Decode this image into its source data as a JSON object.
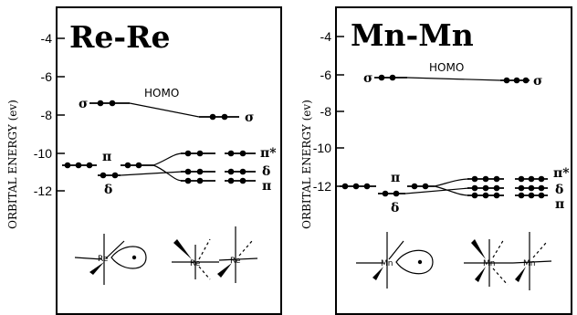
{
  "panels": [
    {
      "title": "Re-Re",
      "axis_label": "ORBITAL ENERGY (ev)",
      "ticks": [
        "-4",
        "-6",
        "-8",
        "-10",
        "-12"
      ],
      "homo_label": "HOMO",
      "sigma_left": "σ",
      "sigma_right": "σ",
      "pi_left": "π",
      "delta_left": "δ",
      "pi_star_right": "π*",
      "delta_right": "δ",
      "pi_right": "π",
      "atom_left": "Re",
      "atom_mid1": "Re",
      "atom_mid2": "Re"
    },
    {
      "title": "Mn-Mn",
      "axis_label": "ORBITAL ENERGY (ev)",
      "ticks": [
        "-4",
        "-6",
        "-8",
        "-10",
        "-12"
      ],
      "homo_label": "HOMO",
      "sigma_left": "σ",
      "sigma_right": "σ",
      "pi_left": "π",
      "delta_left": "δ",
      "pi_star_right": "π*",
      "delta_right": "δ",
      "pi_right": "π",
      "atom_left": "Mn",
      "atom_mid1": "Mn",
      "atom_mid2": "Mn"
    }
  ]
}
